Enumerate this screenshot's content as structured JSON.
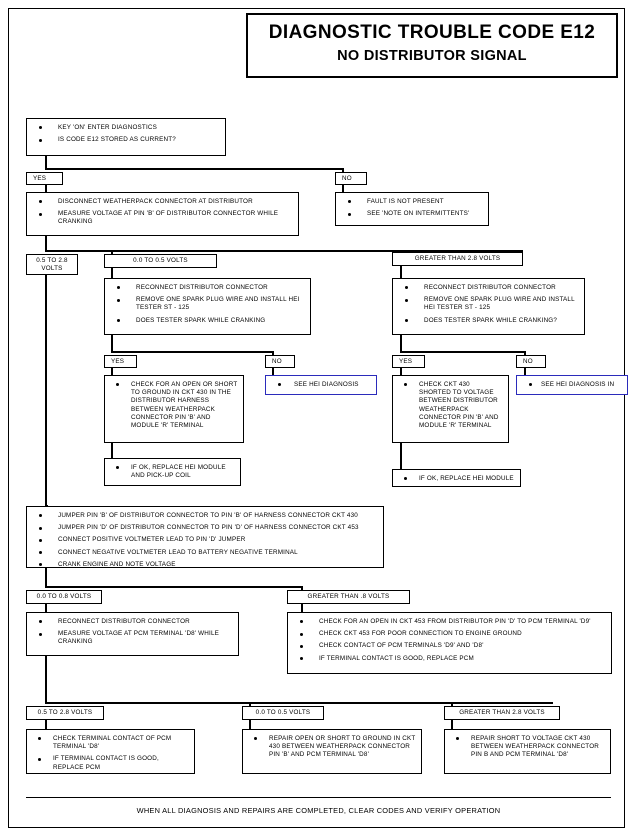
{
  "header": {
    "title": "DIAGNOSTIC TROUBLE CODE E12",
    "subtitle": "NO DISTRIBUTOR SIGNAL"
  },
  "footer": {
    "note": "WHEN ALL DIAGNOSIS AND REPAIRS ARE COMPLETED, CLEAR CODES AND VERIFY OPERATION"
  },
  "colors": {
    "ink": "#000000",
    "blue_border": "#2b2bbb",
    "paper": "#ffffff"
  },
  "chart_data": {
    "type": "flowchart",
    "title": "DIAGNOSTIC TROUBLE CODE E12 - NO DISTRIBUTOR SIGNAL",
    "orientation": "top-down"
  },
  "nodes": {
    "start": {
      "items": [
        "KEY 'ON' ENTER DIAGNOSTICS",
        "IS CODE E12 STORED AS CURRENT?"
      ]
    },
    "branch_yes_1": {
      "label": "YES"
    },
    "branch_no_1": {
      "label": "NO"
    },
    "not_present": {
      "items": [
        "FAULT IS NOT PRESENT",
        "SEE 'NOTE ON INTERMITTENTS'"
      ]
    },
    "disconnect": {
      "items": [
        "DISCONNECT WEATHERPACK CONNECTOR AT DISTRIBUTOR",
        "MEASURE VOLTAGE AT PIN 'B' OF DISTRIBUTOR CONNECTOR WHILE CRANKING"
      ]
    },
    "volt_0518": {
      "label": "0.5 TO 2.8 VOLTS"
    },
    "volt_0005": {
      "label": "0.0 TO 0.5 VOLTS"
    },
    "volt_gt28": {
      "label": "GREATER THAN 2.8 VOLTS"
    },
    "hei_test_mid": {
      "items": [
        "RECONNECT DISTRIBUTOR CONNECTOR",
        "REMOVE ONE SPARK PLUG WIRE AND INSTALL HEI TESTER ST - 125",
        "DOES TESTER SPARK WHILE CRANKING"
      ]
    },
    "hei_test_right": {
      "items": [
        "RECONNECT DISTRIBUTOR CONNECTOR",
        "REMOVE ONE SPARK PLUG WIRE AND INSTALL HEI TESTER ST - 125",
        "DOES TESTER SPARK WHILE CRANKING?"
      ]
    },
    "branch_yes_2": {
      "label": "YES"
    },
    "branch_no_2": {
      "label": "NO"
    },
    "branch_yes_3": {
      "label": "YES"
    },
    "branch_no_3": {
      "label": "NO"
    },
    "check_open_short": {
      "items": [
        "CHECK FOR AN OPEN OR SHORT TO GROUND IN CKT 430 IN THE DISTRIBUTOR HARNESS BETWEEN WEATHERPACK CONNECTOR PIN 'B' AND MODULE 'R' TERMINAL"
      ]
    },
    "see_hei_1": {
      "items": [
        "SEE HEI DIAGNOSIS"
      ]
    },
    "replace_module_coil": {
      "items": [
        "IF OK, REPLACE HEI MODULE AND PICK-UP COIL"
      ]
    },
    "check_shorted_voltage": {
      "items": [
        "CHECK CKT 430 SHORTED TO VOLTAGE BETWEEN DISTRIBUTOR WEATHERPACK CONNECTOR PIN 'B' AND MODULE 'R' TERMINAL"
      ]
    },
    "see_hei_2": {
      "items": [
        "SEE HEI DIAGNOSIS IN"
      ]
    },
    "replace_module": {
      "items": [
        "IF OK, REPLACE HEI MODULE"
      ]
    },
    "jumper": {
      "items": [
        "JUMPER PIN 'B' OF DISTRIBUTOR CONNECTOR TO PIN 'B' OF HARNESS CONNECTOR CKT 430",
        "JUMPER PIN 'D' OF DISTRIBUTOR CONNECTOR TO PIN 'D' OF HARNESS CONNECTOR CKT 453",
        "CONNECT POSITIVE VOLTMETER LEAD TO PIN 'D' JUMPER",
        "CONNECT NEGATIVE VOLTMETER LEAD TO BATTERY NEGATIVE TERMINAL",
        "CRANK ENGINE AND NOTE VOLTAGE"
      ]
    },
    "volt_0008": {
      "label": "0.0 TO 0.8 VOLTS"
    },
    "volt_gt08": {
      "label": "GREATER THAN .8 VOLTS"
    },
    "reconnect_measure": {
      "items": [
        "RECONNECT DISTRIBUTOR CONNECTOR",
        "MEASURE VOLTAGE AT PCM TERMINAL 'D8' WHILE CRANKING"
      ]
    },
    "check_open_453": {
      "items": [
        "CHECK FOR AN OPEN IN CKT 453 FROM DISTRIBUTOR PIN 'D' TO PCM TERMINAL 'D9'",
        "CHECK CKT 453 FOR POOR CONNECTION TO ENGINE GROUND",
        "CHECK CONTACT OF PCM TERMINALS 'D9' AND 'D8'",
        "IF TERMINAL CONTACT IS GOOD,  REPLACE PCM"
      ]
    },
    "volt_0528_b": {
      "label": "0.5 TO 2.8 VOLTS"
    },
    "volt_0005_b": {
      "label": "0.0 TO 0.5 VOLTS"
    },
    "volt_gt28_b": {
      "label": "GREATER THAN 2.8 VOLTS"
    },
    "check_terminal_contact": {
      "items": [
        "CHECK TERMINAL CONTACT OF PCM TERMINAL 'D8'",
        "IF TERMINAL CONTACT IS GOOD, REPLACE PCM"
      ]
    },
    "repair_open_short": {
      "items": [
        "REPAIR OPEN OR SHORT TO GROUND IN CKT 430 BETWEEN WEATHERPACK CONNECTOR PIN 'B' AND PCM TERMINAL 'D8'"
      ]
    },
    "repair_short_voltage": {
      "items": [
        "REPAIR SHORT TO VOLTAGE CKT 430 BETWEEN WEATHERPACK CONNECTOR PIN B AND PCM TERMINAL 'D8'"
      ]
    }
  }
}
